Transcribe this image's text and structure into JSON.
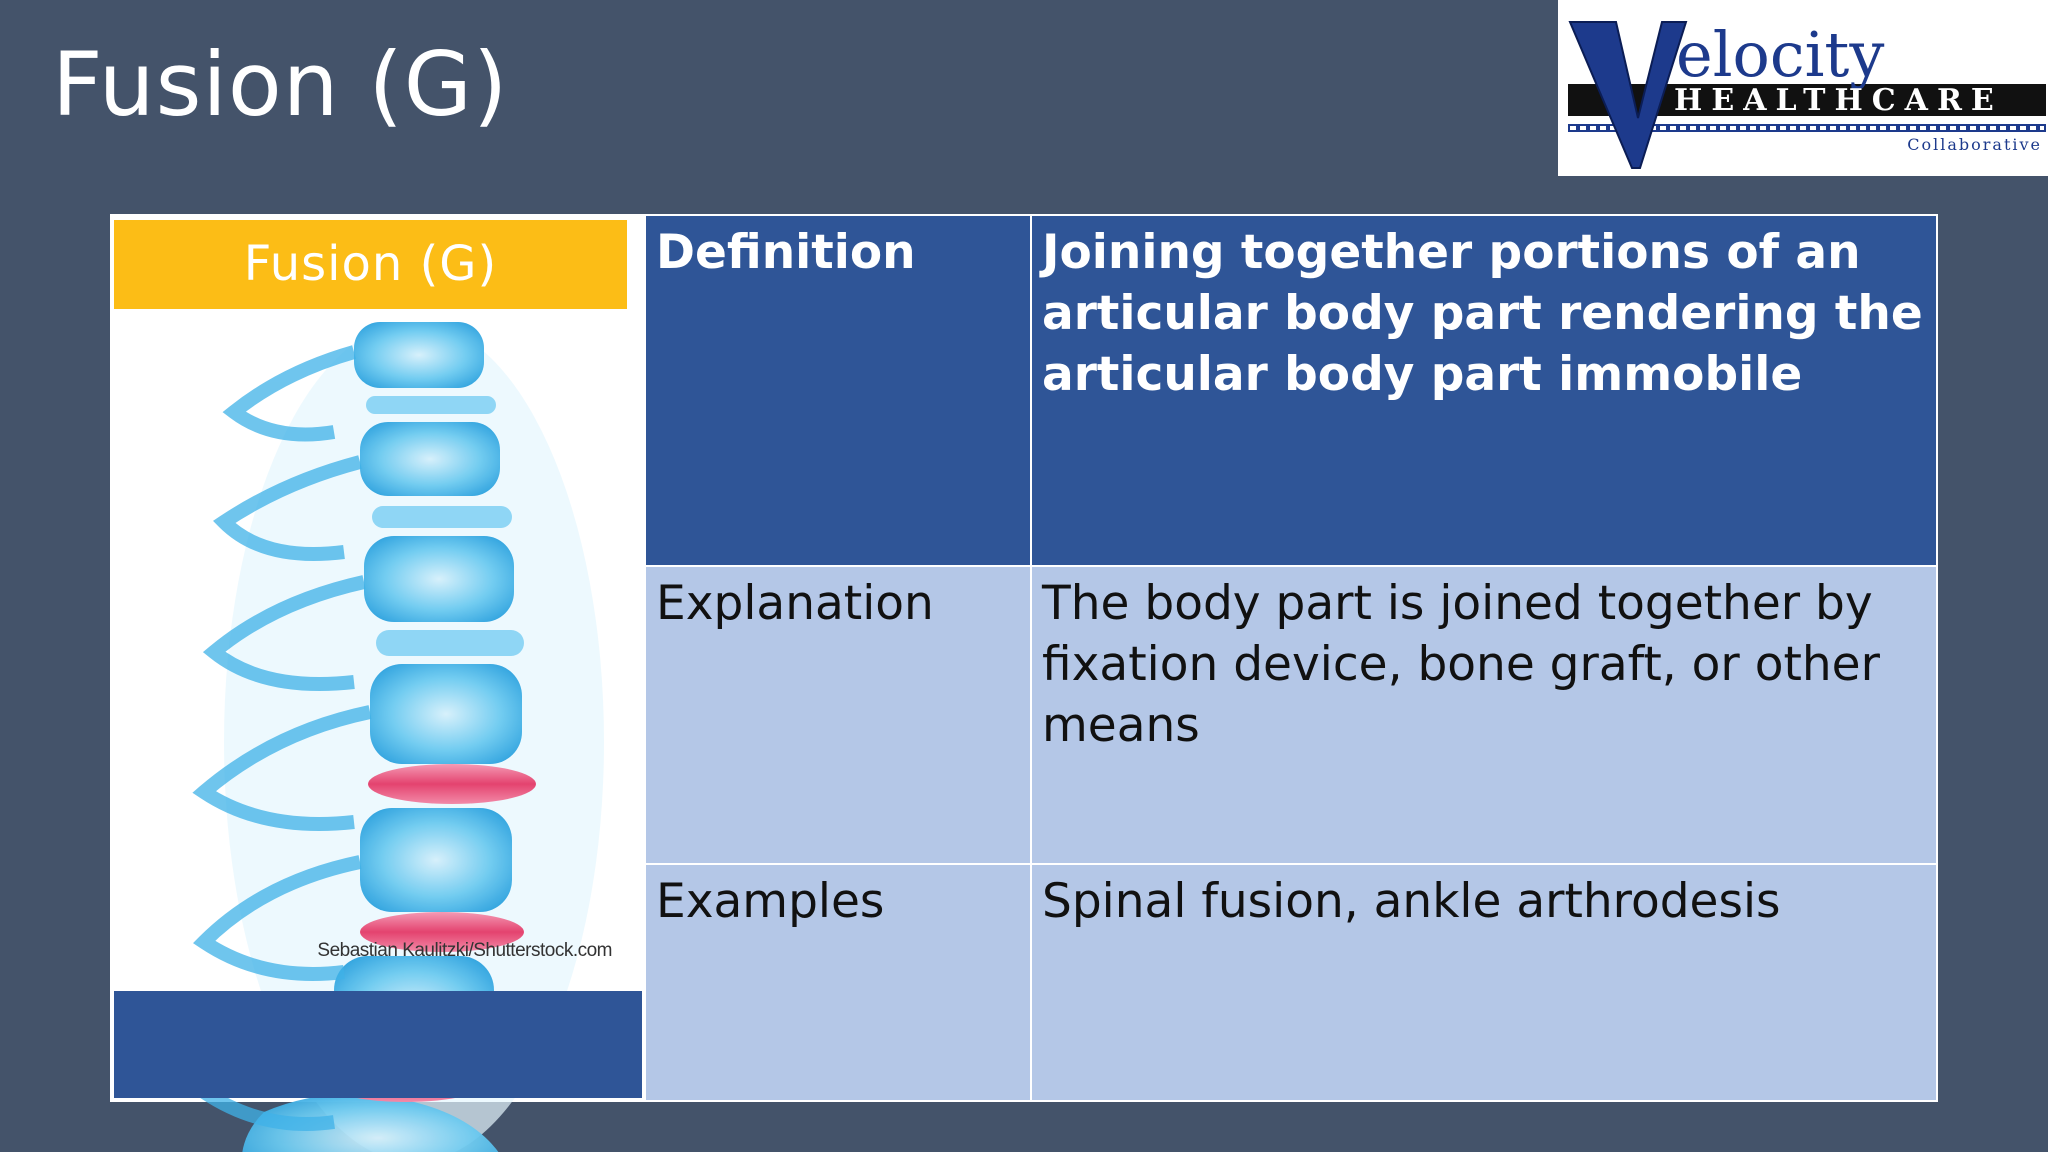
{
  "slide": {
    "title": "Fusion (G)"
  },
  "logo": {
    "initial": "V",
    "name_rest": "elocity",
    "line2": "HEALTHCARE",
    "line3": "Collaborative",
    "colors": {
      "navy": "#1d3a8c",
      "black": "#111111"
    }
  },
  "image_panel": {
    "header": "Fusion (G)",
    "credit": "Sebastian Kaulitzki/Shutterstock.com",
    "colors": {
      "header_bg": "#fcbd16",
      "bone": "#3fb2e8",
      "disc_highlight": "#e4436f",
      "footer_bg": "#2f5597"
    }
  },
  "table": {
    "rows": [
      {
        "label": "Definition",
        "content": "Joining together portions of an articular body part rendering the articular body part immobile"
      },
      {
        "label": "Explanation",
        "content": "The body part is joined together by fixation device, bone graft, or other means"
      },
      {
        "label": "Examples",
        "content": "Spinal fusion, ankle arthrodesis"
      }
    ]
  },
  "colors": {
    "background": "#44536a",
    "header_row_bg": "#2f5597",
    "body_row_bg": "#b4c7e7"
  }
}
